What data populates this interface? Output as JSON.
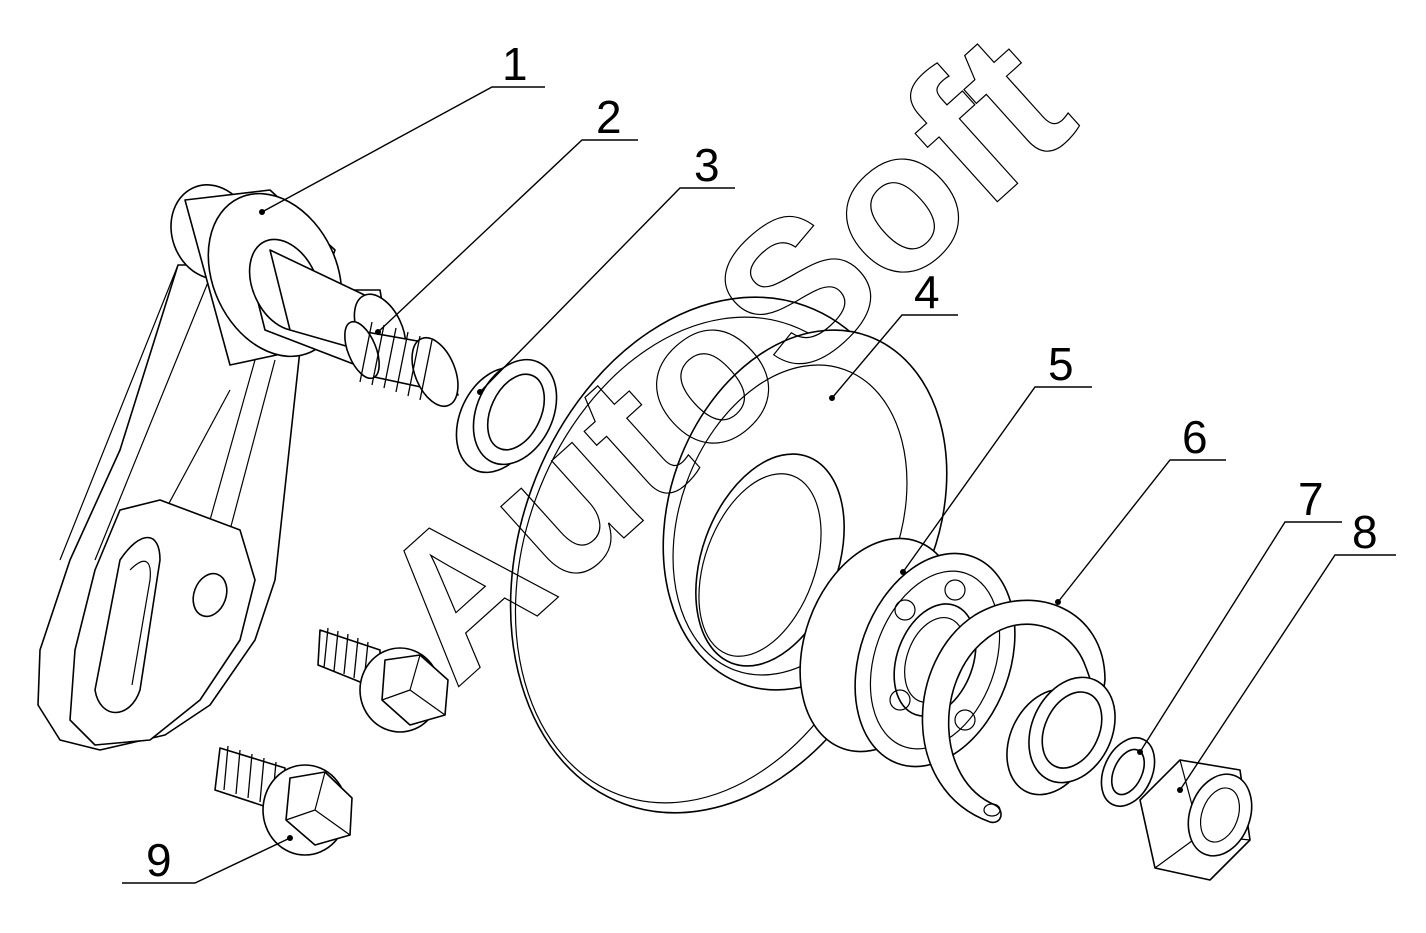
{
  "callouts": [
    {
      "id": "1",
      "label": "1"
    },
    {
      "id": "2",
      "label": "2"
    },
    {
      "id": "3",
      "label": "3"
    },
    {
      "id": "4",
      "label": "4"
    },
    {
      "id": "5",
      "label": "5"
    },
    {
      "id": "6",
      "label": "6"
    },
    {
      "id": "7",
      "label": "7"
    },
    {
      "id": "8",
      "label": "8"
    },
    {
      "id": "9",
      "label": "9"
    }
  ],
  "watermark": {
    "text": "AutoSoft"
  },
  "colors": {
    "line": "#000000",
    "background": "#ffffff"
  }
}
